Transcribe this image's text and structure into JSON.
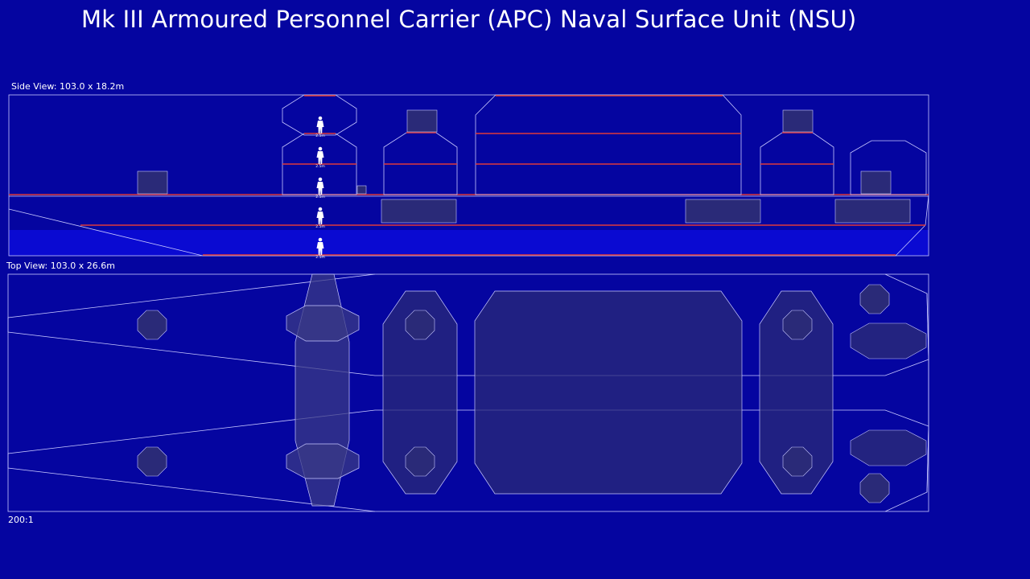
{
  "title": "Mk III Armoured Personnel Carrier (APC) Naval Surface Unit (NSU)",
  "side_view_label": "Side View: 103.0 x 18.2m",
  "top_view_label": "Top View: 103.0 x 26.6m",
  "scale_label": "200:1",
  "figure_height_label": "2.5m",
  "colors": {
    "background": "#0505a0",
    "outline": "#c8c8ff",
    "waterline": "#0a0ad2",
    "deck_line": "#e03a3a",
    "module_fill": "#2a2a78"
  }
}
